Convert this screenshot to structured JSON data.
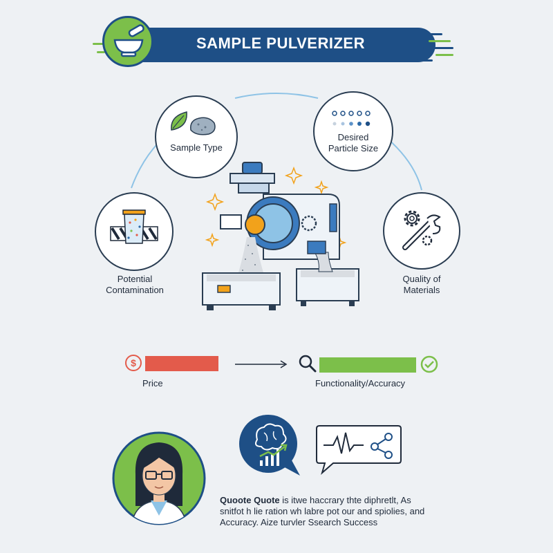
{
  "header": {
    "title": "SAMPLE PULVERIZER"
  },
  "factors": {
    "sample_type": "Sample Type",
    "particle_size_line1": "Desired",
    "particle_size_line2": "Particle Size",
    "contamination_line1": "Potential",
    "contamination_line2": "Contamination",
    "materials_line1": "Quality of",
    "materials_line2": "Materials"
  },
  "tradeoff": {
    "price_label": "Price",
    "functionality_label": "Functionality/Accuracy",
    "price_symbol": "$"
  },
  "bottom": {
    "quote_bold": "Quoote Quote",
    "line1_rest": " is itwe haccrary thte diphretlt, As",
    "line2": "snitfot h lie ration wh labre pot our and spiolies, and",
    "line3": "Accuracy. Aize turvler Ssearch Success"
  },
  "colors": {
    "navy": "#1e4f86",
    "green": "#7cbf4a",
    "red": "#e35b4b",
    "accent_orange": "#f2a21b"
  },
  "icons": [
    "mortar-pestle-icon",
    "leaf-icon",
    "rock-icon",
    "dots-scale-icon",
    "beaker-icon",
    "gear-icon",
    "wrench-icon",
    "dollar-icon",
    "arrow-icon",
    "magnifier-icon",
    "check-icon",
    "brain-icon",
    "growth-chart-icon",
    "waveform-icon",
    "network-icon",
    "scientist-avatar",
    "sparkle-icon"
  ]
}
